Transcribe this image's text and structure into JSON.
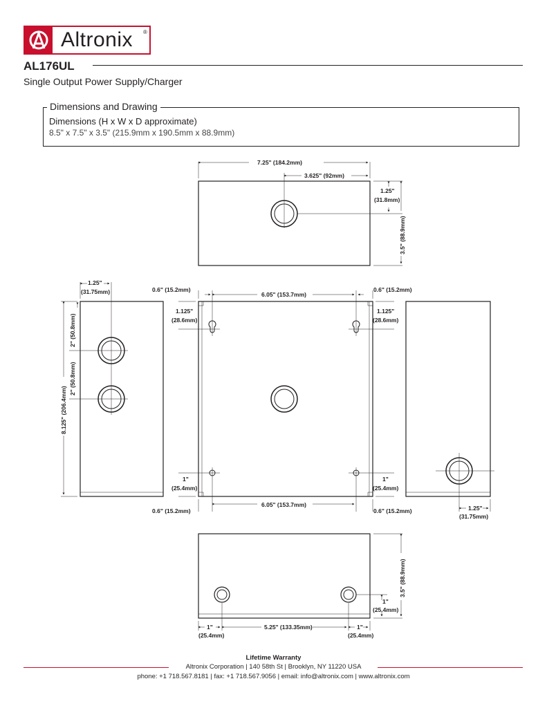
{
  "brand": {
    "name": "Altronix",
    "reg_mark": "®",
    "accent_color": "#c8102e",
    "logo_icon": "altronix-logo-icon"
  },
  "model": "AL176UL",
  "subtitle": "Single Output Power Supply/Charger",
  "dimensions": {
    "title": "Dimensions and Drawing",
    "label": "Dimensions (H x W x D approximate)",
    "values": "8.5\" x 7.5\" x 3.5\" (215.9mm x 190.5mm x 88.9mm)"
  },
  "drawing": {
    "top_width": "7.25\" (184.2mm)",
    "top_center": "3.625\" (92mm)",
    "top_hole_a": "1.25\"",
    "top_hole_b": "(31.8mm)",
    "top_depth": "3.5\" (88.9mm)",
    "left_hole_a": "1.25\"",
    "left_hole_b": "(31.75mm)",
    "left_height": "8.125\" (206.4mm)",
    "left_spacing1": "2\" (50.8mm)",
    "left_spacing2": "2\" (50.8mm)",
    "front_offset": "0.6\" (15.2mm)",
    "front_span": "6.05\" (153.7mm)",
    "key_a": "1.125\"",
    "key_b": "(28.6mm)",
    "hole_a": "1\"",
    "hole_b": "(25.4mm)",
    "right_hole_a": "1.25\"",
    "right_hole_b": "(31.75mm)",
    "bottom_depth": "3.5\" (88.9mm)",
    "bottom_span": "5.25\" (133.35mm)"
  },
  "footer": {
    "warranty": "Lifetime Warranty",
    "address": "Altronix Corporation | 140 58th St | Brooklyn, NY 11220 USA",
    "contact": "phone: +1 718.567.8181 | fax: +1 718.567.9056 | email: info@altronix.com | www.altronix.com"
  }
}
